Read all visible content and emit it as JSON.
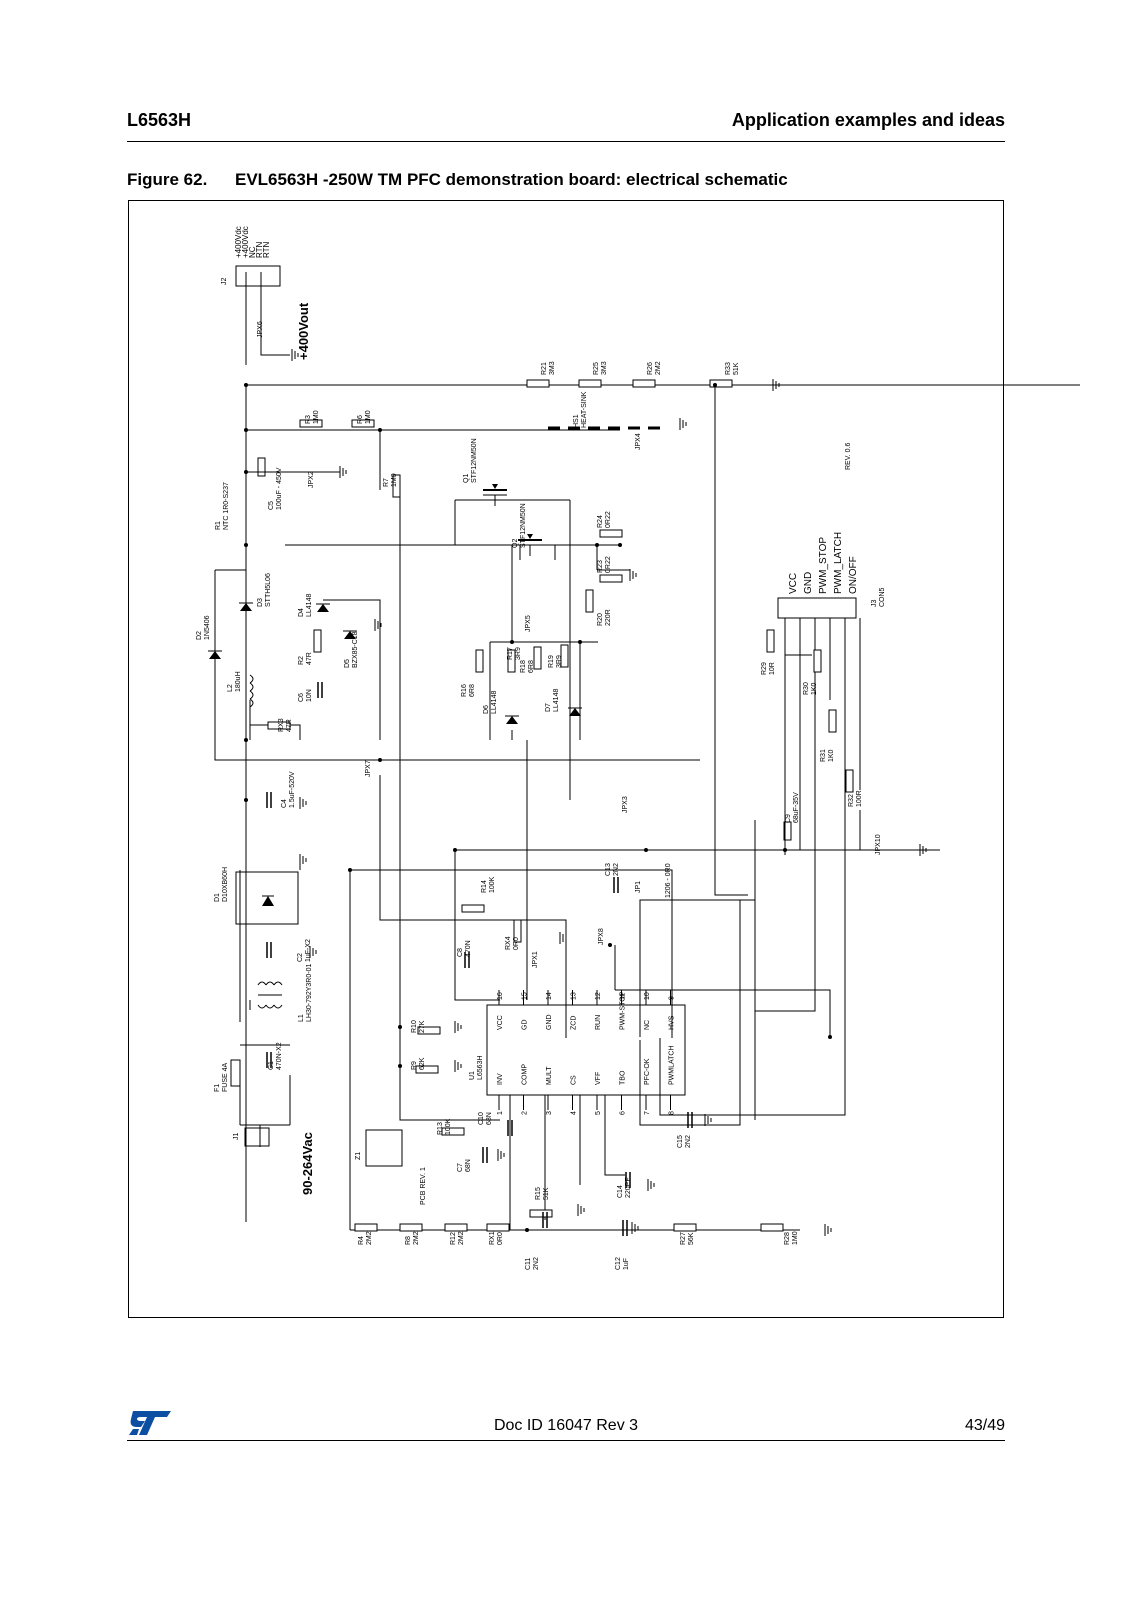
{
  "header": {
    "product": "L6563H",
    "section": "Application examples and ideas"
  },
  "figure": {
    "number": "Figure 62.",
    "title": "EVL6563H -250W TM PFC demonstration board: electrical schematic"
  },
  "schematic": {
    "input_label": "90-264Vac",
    "output_label": "+400Vout",
    "revision": "REV. 0.6",
    "pcb_rev": "PCB REV. 1",
    "j2_pins": [
      "+400Vdc",
      "+400Vdc",
      "NC",
      "RTN",
      "RTN"
    ],
    "j3_pins": [
      "VCC",
      "GND",
      "PWM_STOP",
      "PWM_LATCH",
      "ON/OFF"
    ],
    "ic": {
      "ref": "U1",
      "part": "L6563H",
      "top_pins": [
        {
          "n": "16",
          "name": "VCC"
        },
        {
          "n": "15",
          "name": "GD"
        },
        {
          "n": "14",
          "name": "GND"
        },
        {
          "n": "13",
          "name": "ZCD"
        },
        {
          "n": "12",
          "name": "RUN"
        },
        {
          "n": "11",
          "name": "PWM-STOP"
        },
        {
          "n": "10",
          "name": "NC"
        },
        {
          "n": "9",
          "name": "HVS"
        }
      ],
      "bottom_pins": [
        {
          "n": "1",
          "name": "INV"
        },
        {
          "n": "2",
          "name": "COMP"
        },
        {
          "n": "3",
          "name": "MULT"
        },
        {
          "n": "4",
          "name": "CS"
        },
        {
          "n": "5",
          "name": "VFF"
        },
        {
          "n": "6",
          "name": "TBO"
        },
        {
          "n": "7",
          "name": "PFC-OK"
        },
        {
          "n": "8",
          "name": "PWMLATCH"
        }
      ]
    },
    "labels": [
      {
        "id": "J2",
        "lines": [
          "J2"
        ]
      },
      {
        "id": "JPX6",
        "lines": [
          "JPX6"
        ]
      },
      {
        "id": "R21",
        "lines": [
          "R21",
          "3M3"
        ]
      },
      {
        "id": "R25",
        "lines": [
          "R25",
          "3M3"
        ]
      },
      {
        "id": "R26",
        "lines": [
          "R26",
          "2M2"
        ]
      },
      {
        "id": "R33",
        "lines": [
          "R33",
          "51K"
        ]
      },
      {
        "id": "R3",
        "lines": [
          "R3",
          "1M0"
        ]
      },
      {
        "id": "R6",
        "lines": [
          "R6",
          "1M0"
        ]
      },
      {
        "id": "HS1",
        "lines": [
          "HS1",
          "HEAT-SINK"
        ]
      },
      {
        "id": "JPX4",
        "lines": [
          "JPX4"
        ]
      },
      {
        "id": "C5",
        "lines": [
          "C5",
          "100uF - 450V"
        ]
      },
      {
        "id": "JPX2",
        "lines": [
          "JPX2"
        ]
      },
      {
        "id": "R7",
        "lines": [
          "R7",
          "1M0"
        ]
      },
      {
        "id": "Q1",
        "lines": [
          "Q1",
          "STF12NM50N"
        ]
      },
      {
        "id": "Q2",
        "lines": [
          "Q2",
          "STF12NM50N"
        ]
      },
      {
        "id": "R1",
        "lines": [
          "R1",
          "NTC 1R0-S237"
        ]
      },
      {
        "id": "R24",
        "lines": [
          "R24",
          "0R22"
        ]
      },
      {
        "id": "R23",
        "lines": [
          "R23",
          "0R22"
        ]
      },
      {
        "id": "D3",
        "lines": [
          "D3",
          "STTH5L06"
        ]
      },
      {
        "id": "D4",
        "lines": [
          "D4",
          "LL4148"
        ]
      },
      {
        "id": "D5",
        "lines": [
          "D5",
          "BZX85-C18"
        ]
      },
      {
        "id": "D2",
        "lines": [
          "D2",
          "1N5406"
        ]
      },
      {
        "id": "R20",
        "lines": [
          "R20",
          "220R"
        ]
      },
      {
        "id": "JPX5",
        "lines": [
          "JPX5"
        ]
      },
      {
        "id": "R2",
        "lines": [
          "R2",
          "47R"
        ]
      },
      {
        "id": "L2",
        "lines": [
          "L2",
          "180uH"
        ]
      },
      {
        "id": "C6",
        "lines": [
          "C6",
          "10N"
        ]
      },
      {
        "id": "R17",
        "lines": [
          "R17",
          "3R9"
        ]
      },
      {
        "id": "R18",
        "lines": [
          "R18",
          "6R8"
        ]
      },
      {
        "id": "R19",
        "lines": [
          "R19",
          "3R9"
        ]
      },
      {
        "id": "R16",
        "lines": [
          "R16",
          "6R8"
        ]
      },
      {
        "id": "D6",
        "lines": [
          "D6",
          "LL4148"
        ]
      },
      {
        "id": "D7",
        "lines": [
          "D7",
          "LL4148"
        ]
      },
      {
        "id": "RX3",
        "lines": [
          "RX3",
          "47R"
        ]
      },
      {
        "id": "R29",
        "lines": [
          "R29",
          "10R"
        ]
      },
      {
        "id": "R30",
        "lines": [
          "R30",
          "1K0"
        ]
      },
      {
        "id": "R31",
        "lines": [
          "R31",
          "1K0"
        ]
      },
      {
        "id": "R32",
        "lines": [
          "R32",
          "100R"
        ]
      },
      {
        "id": "J3",
        "lines": [
          "J3",
          "CON5"
        ]
      },
      {
        "id": "C4",
        "lines": [
          "C4",
          "1.5uF-520V"
        ]
      },
      {
        "id": "JPX7",
        "lines": [
          "JPX7"
        ]
      },
      {
        "id": "JPX3",
        "lines": [
          "JPX3"
        ]
      },
      {
        "id": "C9",
        "lines": [
          "C9",
          "68uF-35V"
        ]
      },
      {
        "id": "JPX10",
        "lines": [
          "JPX10"
        ]
      },
      {
        "id": "D1",
        "lines": [
          "D1",
          "D10XB60H"
        ]
      },
      {
        "id": "C13",
        "lines": [
          "C13",
          "2N2"
        ]
      },
      {
        "id": "JP1",
        "lines": [
          "JP1"
        ]
      },
      {
        "id": "JP1v",
        "lines": [
          "1206 - 0R0"
        ]
      },
      {
        "id": "R14",
        "lines": [
          "R14",
          "100K"
        ]
      },
      {
        "id": "C2",
        "lines": [
          "C2",
          "1uF-X2"
        ]
      },
      {
        "id": "C8",
        "lines": [
          "C8",
          "470N"
        ]
      },
      {
        "id": "RX4",
        "lines": [
          "RX4",
          "0R0"
        ]
      },
      {
        "id": "JPX1",
        "lines": [
          "JPX1"
        ]
      },
      {
        "id": "JPX8",
        "lines": [
          "JPX8"
        ]
      },
      {
        "id": "L1",
        "lines": [
          "L1",
          "LH30-792Y3R0-01"
        ]
      },
      {
        "id": "R10",
        "lines": [
          "R10",
          "27K"
        ]
      },
      {
        "id": "R9",
        "lines": [
          "R9",
          "62K"
        ]
      },
      {
        "id": "F1",
        "lines": [
          "F1",
          "FUSE 4A"
        ]
      },
      {
        "id": "C1",
        "lines": [
          "C1",
          "470N-X2"
        ]
      },
      {
        "id": "J1",
        "lines": [
          "J1"
        ]
      },
      {
        "id": "R13",
        "lines": [
          "R13",
          "100K"
        ]
      },
      {
        "id": "C10",
        "lines": [
          "C10",
          "68N"
        ]
      },
      {
        "id": "C15",
        "lines": [
          "C15",
          "2N2"
        ]
      },
      {
        "id": "C7",
        "lines": [
          "C7",
          "68N"
        ]
      },
      {
        "id": "Z1",
        "lines": [
          "Z1"
        ]
      },
      {
        "id": "C14",
        "lines": [
          "C14",
          "220PF"
        ]
      },
      {
        "id": "R15",
        "lines": [
          "R15",
          "51K"
        ]
      },
      {
        "id": "R4",
        "lines": [
          "R4",
          "2M2"
        ]
      },
      {
        "id": "R8",
        "lines": [
          "R8",
          "2M2"
        ]
      },
      {
        "id": "R12",
        "lines": [
          "R12",
          "2M2"
        ]
      },
      {
        "id": "RX1",
        "lines": [
          "RX1",
          "0R0"
        ]
      },
      {
        "id": "C11",
        "lines": [
          "C11",
          "2N2"
        ]
      },
      {
        "id": "C12",
        "lines": [
          "C12",
          "1uF"
        ]
      },
      {
        "id": "R27",
        "lines": [
          "R27",
          "56K"
        ]
      },
      {
        "id": "R28",
        "lines": [
          "R28",
          "1M0"
        ]
      }
    ]
  },
  "footer": {
    "doc_id": "Doc ID 16047 Rev 3",
    "page": "43/49"
  }
}
